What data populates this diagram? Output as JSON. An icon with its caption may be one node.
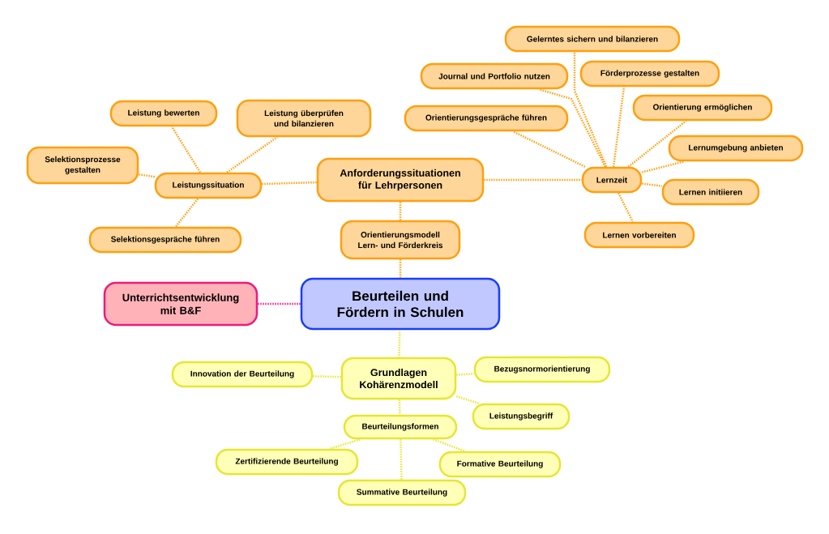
{
  "diagram": {
    "nodes": [
      {
        "text": [
          "Beurteilen und Fördern in Schulen"
        ]
      },
      {
        "text": [
          "Unterrichtsentwicklung mit B&F"
        ]
      },
      {
        "text": [
          "Orientierungsmodell Lern- und Förderkreis"
        ]
      },
      {
        "text": [
          "Anforderungssituationen für Lehrpersonen"
        ]
      },
      {
        "text": [
          "Leistungssituation"
        ]
      },
      {
        "text": [
          "Leistung bewerten"
        ]
      },
      {
        "text": [
          "Leistung überprüfen und bilanzieren"
        ]
      },
      {
        "text": [
          "Selektionsprozesse gestalten"
        ]
      },
      {
        "text": [
          "Selektionsgespräche führen"
        ]
      },
      {
        "text": [
          "Lernzeit"
        ]
      },
      {
        "text": [
          "Gelerntes sichern und bilanzieren"
        ]
      },
      {
        "text": [
          "Journal und Portfolio nutzen"
        ]
      },
      {
        "text": [
          "Förderprozesse gestalten"
        ]
      },
      {
        "text": [
          "Orientierungsgespräche führen"
        ]
      },
      {
        "text": [
          "Orientierung ermöglichen"
        ]
      },
      {
        "text": [
          "Lernumgebung anbieten"
        ]
      },
      {
        "text": [
          "Lernen initiieren"
        ]
      },
      {
        "text": [
          "Lernen vorbereiten"
        ]
      },
      {
        "text": [
          "Grundlagen Kohärenzmodell"
        ]
      },
      {
        "text": [
          "Innovation der Beurteilung"
        ]
      },
      {
        "text": [
          "Bezugsnormorientierung"
        ]
      },
      {
        "text": [
          "Leistungsbegriff"
        ]
      },
      {
        "text": [
          "Beurteilungsformen"
        ]
      },
      {
        "text": [
          "Zertifizierende Beurteilung"
        ]
      },
      {
        "text": [
          "Formative Beurteilung"
        ]
      },
      {
        "text": [
          "Summative Beurteilung"
        ]
      }
    ],
    "edges": [
      {
        "from": 0,
        "to": 1,
        "arrow": "none",
        "color": "#ff1a8c"
      },
      {
        "from": 0,
        "to": 2,
        "arrow": "none"
      },
      {
        "from": 2,
        "to": 3,
        "arrow": "none"
      },
      {
        "from": 3,
        "to": 4,
        "arrow": "none"
      },
      {
        "from": 4,
        "to": 5,
        "arrow": "none"
      },
      {
        "from": 4,
        "to": 6,
        "arrow": "none"
      },
      {
        "from": 4,
        "to": 7,
        "arrow": "none"
      },
      {
        "from": 4,
        "to": 8,
        "arrow": "none"
      },
      {
        "from": 3,
        "to": 9,
        "arrow": "none"
      },
      {
        "from": 9,
        "to": 10,
        "arrow": "none"
      },
      {
        "from": 9,
        "to": 11,
        "arrow": "none"
      },
      {
        "from": 9,
        "to": 12,
        "arrow": "none"
      },
      {
        "from": 9,
        "to": 13,
        "arrow": "none"
      },
      {
        "from": 9,
        "to": 14,
        "arrow": "none"
      },
      {
        "from": 9,
        "to": 15,
        "arrow": "none"
      },
      {
        "from": 9,
        "to": 16,
        "arrow": "none"
      },
      {
        "from": 9,
        "to": 17,
        "arrow": "none"
      },
      {
        "from": 0,
        "to": 18,
        "arrow": "none",
        "color": "#e6e632"
      },
      {
        "from": 18,
        "to": 19,
        "arrow": "none",
        "color": "#e6e632"
      },
      {
        "from": 18,
        "to": 20,
        "arrow": "none",
        "color": "#e6e632"
      },
      {
        "from": 18,
        "to": 21,
        "arrow": "none",
        "color": "#e6e632"
      },
      {
        "from": 18,
        "to": 22,
        "arrow": "none",
        "color": "#e6e632"
      },
      {
        "from": 22,
        "to": 23,
        "arrow": "none",
        "color": "#e6e632"
      },
      {
        "from": 22,
        "to": 24,
        "arrow": "none",
        "color": "#e6e632"
      },
      {
        "from": 22,
        "to": 25,
        "arrow": "none",
        "color": "#e6e632"
      }
    ]
  }
}
